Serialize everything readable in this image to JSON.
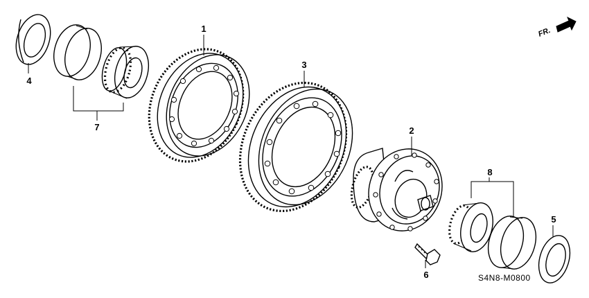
{
  "callouts": {
    "c1": "1",
    "c2": "2",
    "c3": "3",
    "c4": "4",
    "c5": "5",
    "c6": "6",
    "c7": "7",
    "c8": "8"
  },
  "direction_label": "FR.",
  "part_code": "S4N8-M0800"
}
